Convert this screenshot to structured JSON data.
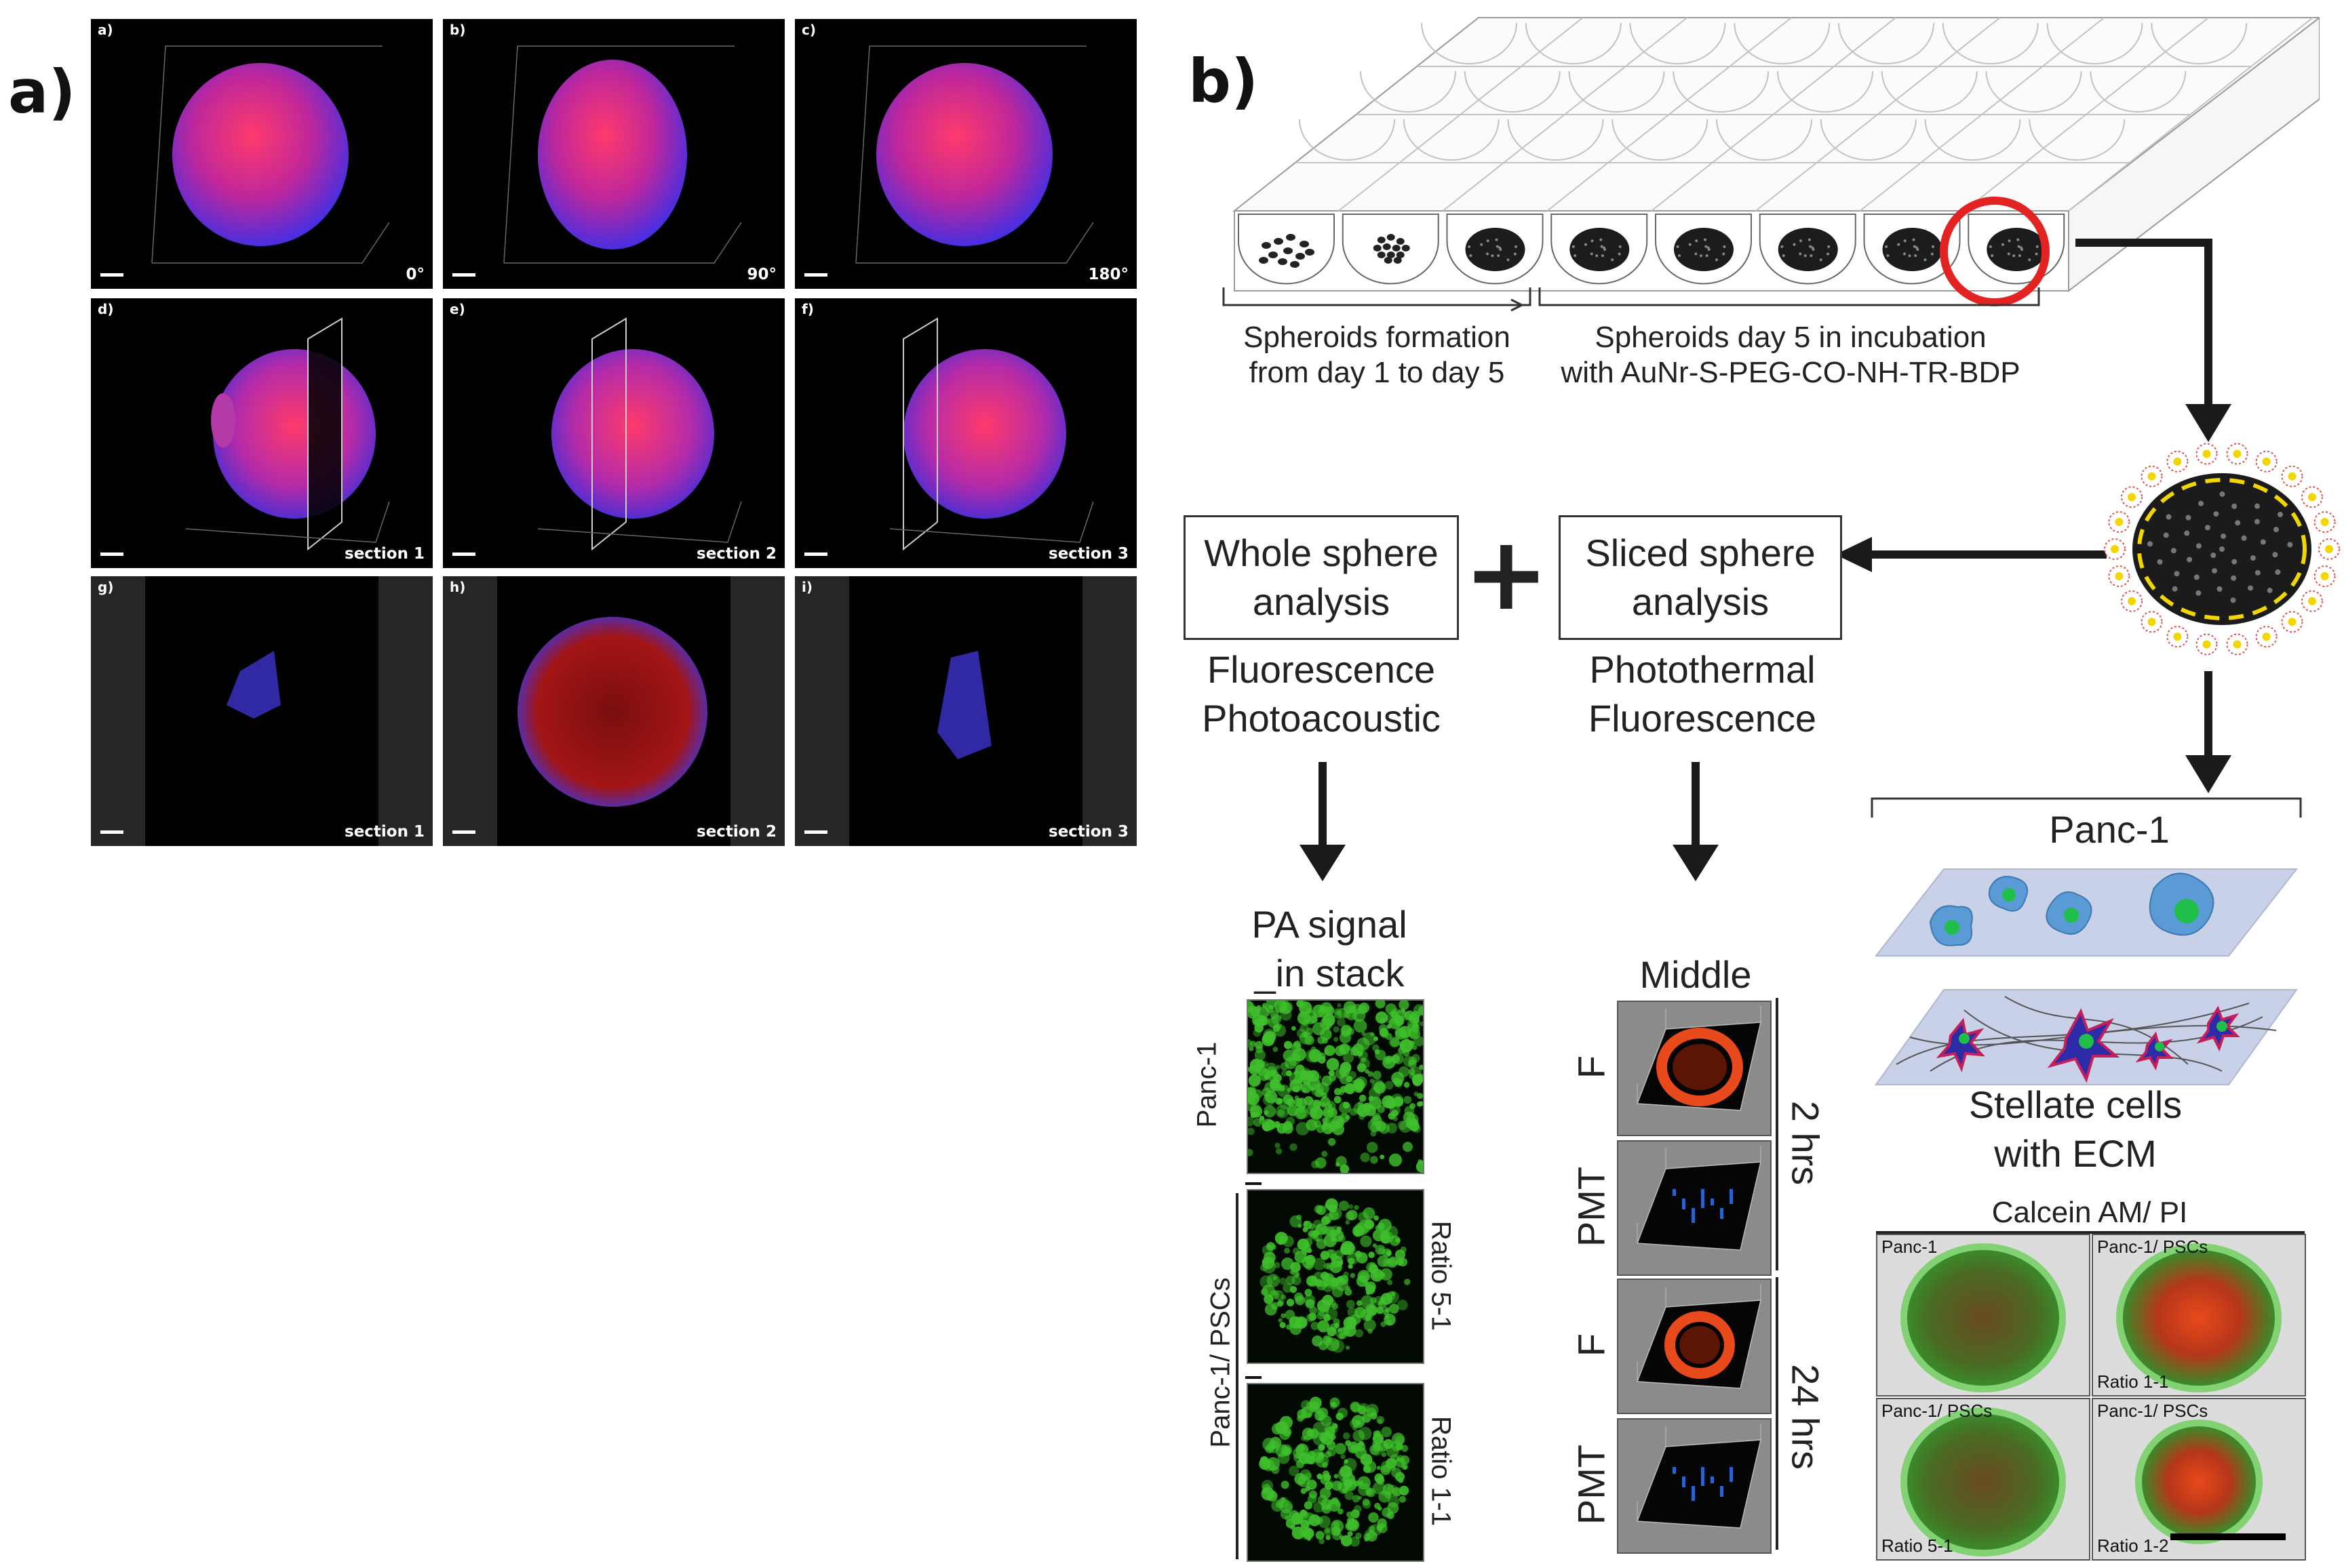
{
  "figure": {
    "label_a": "a)",
    "label_b": "b)"
  },
  "panel_a": {
    "tiles": [
      {
        "label": "a)",
        "caption": "0°"
      },
      {
        "label": "b)",
        "caption": "90°"
      },
      {
        "label": "c)",
        "caption": "180°"
      },
      {
        "label": "d)",
        "caption": "section 1"
      },
      {
        "label": "e)",
        "caption": "section 2"
      },
      {
        "label": "f)",
        "caption": "section 3"
      },
      {
        "label": "g)",
        "caption": "section 1"
      },
      {
        "label": "h)",
        "caption": "section 2"
      },
      {
        "label": "i)",
        "caption": "section 3"
      }
    ]
  },
  "panel_b": {
    "plate_caption_left": [
      "Spheroids formation",
      "from day 1 to day 5"
    ],
    "plate_caption_right": [
      "Spheroids day 5 in incubation",
      "with AuNr-S-PEG-CO-NH-TR-BDP"
    ],
    "whole_box": [
      "Whole sphere",
      "analysis"
    ],
    "sliced_box": [
      "Sliced sphere",
      "analysis"
    ],
    "plus": "+",
    "whole_methods": [
      "Fluorescence",
      "Photoacoustic"
    ],
    "sliced_methods": [
      "Photothermal",
      "Fluorescence"
    ],
    "pa_title": [
      "PA signal",
      "_in stack"
    ],
    "pa_rows": [
      {
        "left": "Panc-1",
        "right": ""
      },
      {
        "left": "",
        "right": "Ratio 5-1"
      },
      {
        "left": "",
        "right": "Ratio 1-1"
      }
    ],
    "pa_group_label": "Panc-1/ PSCs",
    "middle_title": "Middle",
    "middle_rows": [
      "F",
      "PMT",
      "F",
      "PMT"
    ],
    "time_labels": [
      "2 hrs",
      "24 hrs"
    ],
    "panc_title": "Panc-1",
    "stellate_label": [
      "Stellate cells",
      "with ECM"
    ],
    "calcein_title": "Calcein AM/ PI",
    "micro": [
      {
        "top": "Panc-1",
        "bottom": ""
      },
      {
        "top": "Panc-1/ PSCs",
        "bottom": "Ratio 1-1"
      },
      {
        "top": "Panc-1/ PSCs",
        "bottom": "Ratio 5-1"
      },
      {
        "top": "Panc-1/ PSCs",
        "bottom": "Ratio 1-2"
      }
    ],
    "colors": {
      "highlight_ring": "#e32222",
      "ellipse_dash": "#f2d600",
      "cell_blue": "#5b9bd5",
      "cell_nucleus": "#1fbf4a",
      "fluor_red": "#e84a1b",
      "pa_green": "#3fbf2c"
    }
  }
}
